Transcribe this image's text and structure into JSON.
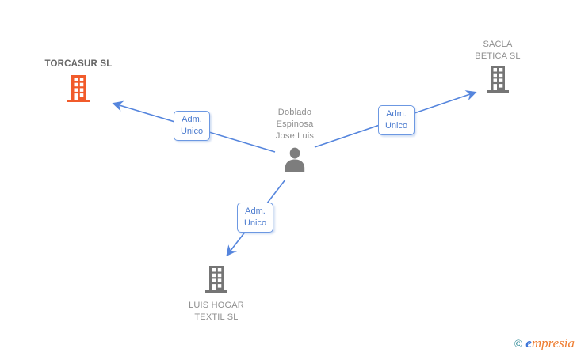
{
  "diagram": {
    "person": {
      "name": "Doblado Espinosa Jose Luis",
      "name_lines": [
        "Doblado",
        "Espinosa",
        "Jose Luis"
      ],
      "icon": "person-icon",
      "icon_color": "#7d7d7d",
      "label_color": "#8e8e8e"
    },
    "companies": [
      {
        "name": "TORCASUR SL",
        "name_lines": [
          "TORCASUR SL"
        ],
        "icon": "building-icon",
        "icon_color": "#f15b2b",
        "label_color": "#666666",
        "label_weight": "bold",
        "position": "top-left"
      },
      {
        "name": "SACLA BETICA SL",
        "name_lines": [
          "SACLA",
          "BETICA SL"
        ],
        "icon": "building-icon",
        "icon_color": "#757575",
        "label_color": "#8e8e8e",
        "position": "top-right"
      },
      {
        "name": "LUIS HOGAR TEXTIL SL",
        "name_lines": [
          "LUIS HOGAR",
          "TEXTIL SL"
        ],
        "icon": "building-icon",
        "icon_color": "#757575",
        "label_color": "#8e8e8e",
        "position": "bottom"
      }
    ],
    "relationships": [
      {
        "from": "Doblado Espinosa Jose Luis",
        "to": "TORCASUR SL",
        "label": "Adm. Unico",
        "label_lines": [
          "Adm.",
          "Unico"
        ]
      },
      {
        "from": "Doblado Espinosa Jose Luis",
        "to": "SACLA BETICA SL",
        "label": "Adm. Unico",
        "label_lines": [
          "Adm.",
          "Unico"
        ]
      },
      {
        "from": "Doblado Espinosa Jose Luis",
        "to": "LUIS HOGAR TEXTIL SL",
        "label": "Adm. Unico",
        "label_lines": [
          "Adm.",
          "Unico"
        ]
      }
    ],
    "arrow_color": "#5585dd",
    "relationship_box": {
      "border_color": "#6c98e2",
      "text_color": "#4a7ace",
      "background": "#ffffff"
    }
  },
  "footer": {
    "copyright_symbol": "©",
    "brand_first_letter": "e",
    "brand_rest": "mpresia",
    "copyright_color": "#1b7f8e",
    "brand_first_color": "#3b74d9",
    "brand_rest_color": "#ee7b2e"
  }
}
